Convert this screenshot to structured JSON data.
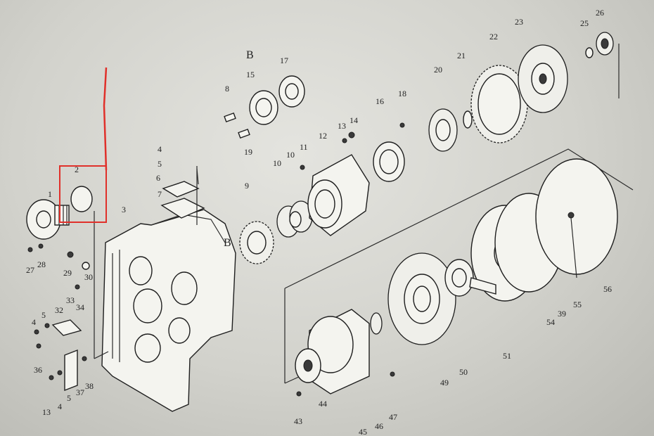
{
  "diagram": {
    "section_labels": [
      "B",
      "B"
    ],
    "part_numbers": [
      "1",
      "2",
      "3",
      "4",
      "5",
      "6",
      "7",
      "8",
      "9",
      "10",
      "10",
      "11",
      "12",
      "13",
      "14",
      "15",
      "16",
      "17",
      "18",
      "19",
      "20",
      "21",
      "22",
      "23",
      "25",
      "26",
      "27",
      "28",
      "29",
      "30",
      "32",
      "33",
      "34",
      "4",
      "5",
      "36",
      "13",
      "4",
      "5",
      "37",
      "38",
      "39",
      "43",
      "44",
      "45",
      "46",
      "47",
      "49",
      "50",
      "51",
      "54",
      "55",
      "56"
    ]
  },
  "annotation": {
    "highlight_color": "#e0302a"
  }
}
